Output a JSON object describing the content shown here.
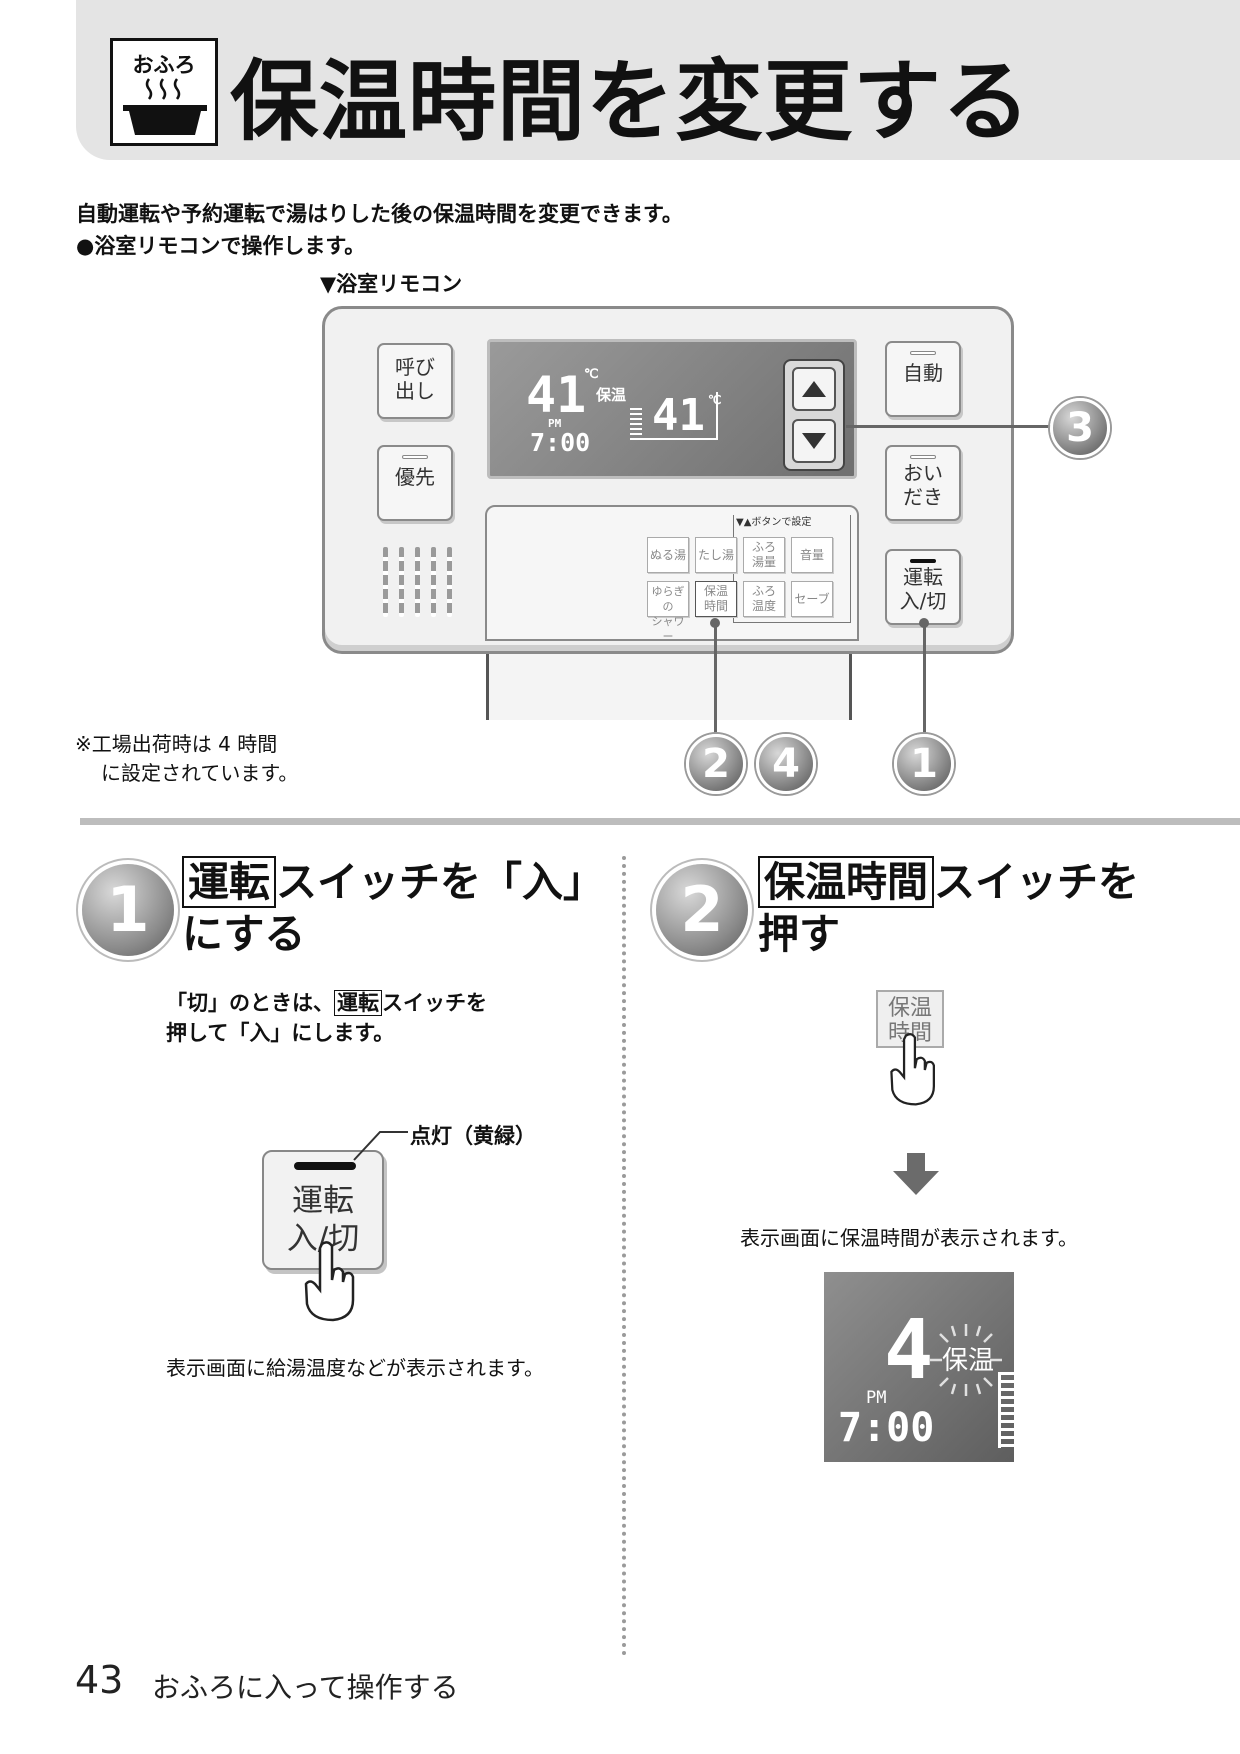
{
  "header": {
    "icon_label": "おふろ",
    "title": "保温時間を変更する"
  },
  "intro": {
    "line1": "自動運転や予約運転で湯はりした後の保温時間を変更できます。",
    "line2": "●浴室リモコンで操作します。",
    "figure_label": "▼浴室リモコン"
  },
  "remote": {
    "btn_call_1": "呼び",
    "btn_call_2": "出し",
    "btn_priority": "優先",
    "btn_auto": "自動",
    "btn_oidaki_1": "おい",
    "btn_oidaki_2": "だき",
    "btn_power_1": "運転",
    "btn_power_2": "入/切",
    "lcd": {
      "temp": "41",
      "unit": "℃",
      "hoon_label": "保温",
      "pm": "PM",
      "clock": "7:00",
      "hoon_temp": "41",
      "hoon_unit": "℃"
    },
    "cover_hint": "▼▲ボタンで設定",
    "cover_buttons": {
      "nuruyu": "ぬる湯",
      "tashiyu": "たし湯",
      "furo_yuryo_1": "ふろ",
      "furo_yuryo_2": "湯量",
      "onryo": "音量",
      "yuragi_1": "ゆらぎの",
      "yuragi_2": "シャワー",
      "hoon_jikan_1": "保温",
      "hoon_jikan_2": "時間",
      "furo_ondo_1": "ふろ",
      "furo_ondo_2": "温度",
      "save": "セーブ"
    }
  },
  "callouts": {
    "c1": "1",
    "c2": "2",
    "c3": "3",
    "c4": "4"
  },
  "note": {
    "line1": "※工場出荷時は 4 時間",
    "line2": "に設定されています。"
  },
  "step1": {
    "number": "1",
    "title_key": "運転",
    "title_rest1": "スイッチを「入」",
    "title_line2": "にする",
    "desc_pre": "「切」のときは、",
    "desc_key": "運転",
    "desc_post": "スイッチを",
    "desc_line2": "押して「入」にします。",
    "lamp_label": "点灯（黄緑）",
    "btn_line1": "運転",
    "btn_line2": "入/切",
    "result": "表示画面に給湯温度などが表示されます。"
  },
  "step2": {
    "number": "2",
    "title_key": "保温時間",
    "title_rest1": "スイッチを",
    "title_line2": "押す",
    "btn_line1": "保温",
    "btn_line2": "時間",
    "result": "表示画面に保温時間が表示されます。",
    "lcd": {
      "hours": "4",
      "hoon_label": "保温",
      "pm": "PM",
      "clock": "7:00"
    }
  },
  "footer": {
    "page_number": "43",
    "section": "おふろに入って操作する"
  }
}
